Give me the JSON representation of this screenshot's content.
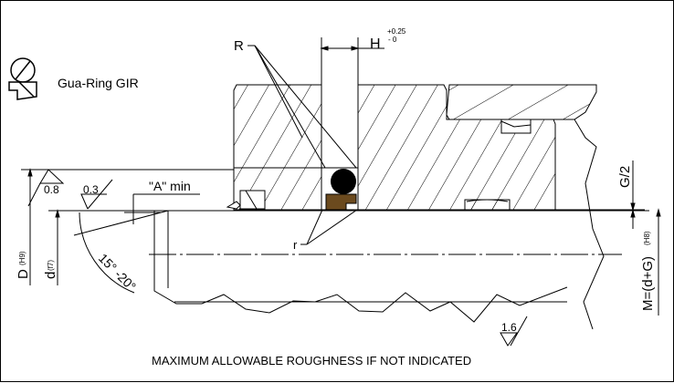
{
  "title": "Gua-Ring GIR",
  "labels": {
    "R": "R",
    "r": "r",
    "H": "H",
    "H_tol_upper": "+0.25",
    "H_tol_lower": "- 0",
    "A_min": "\"A\" min",
    "angle": "15° -20°",
    "D": "D",
    "D_fit": "(H9)",
    "d": "d",
    "d_fit": "(f7)",
    "G_half": "G/2",
    "M": "M=(d+G)",
    "M_fit": "(H8)"
  },
  "roughness": {
    "bore": "0.8",
    "rod": "0.3",
    "general": "1.6"
  },
  "footer_note": "MAXIMUM ALLOWABLE ROUGHNESS IF NOT INDICATED",
  "colors": {
    "line": "#000000",
    "oring": "#000000",
    "ring_profile": "#6b4a1e",
    "background": "#ffffff"
  }
}
